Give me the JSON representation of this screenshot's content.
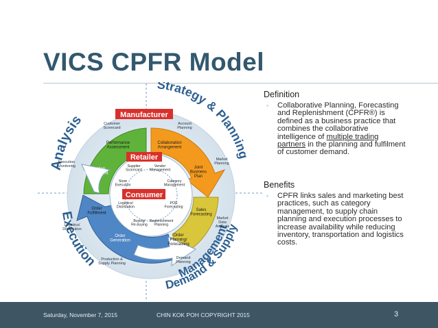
{
  "slide": {
    "title": "VICS CPFR Model"
  },
  "diagram": {
    "outer_labels": {
      "analysis": "Analysis",
      "strategy": "Strategy & Planning",
      "execution": "Execution",
      "demand_line1": "Demand & Supply",
      "demand_line2": "Management"
    },
    "tags": {
      "manufacturer": "Manufacturer",
      "retailer": "Retailer",
      "consumer": "Consumer"
    },
    "outer_ring": {
      "customer_scorecard": [
        "Customer",
        "Scorecard"
      ],
      "account_planning": [
        "Account",
        "Planning"
      ],
      "market_planning": [
        "Market",
        "Planning"
      ],
      "market_data": [
        "Market",
        "Data",
        "Analysis"
      ],
      "demand_planning": [
        "Demand",
        "Planning"
      ],
      "production": [
        "Production &",
        "Supply Planning"
      ],
      "logistics": [
        "Logistics/",
        "Distribution"
      ],
      "exec_monitoring": [
        "Execution",
        "Monitoring"
      ]
    },
    "ring_segments": {
      "performance": [
        "Performance",
        "Assessment"
      ],
      "collaboration": [
        "Collaboration",
        "Arrangement"
      ],
      "joint": [
        "Joint",
        "Business",
        "Plan"
      ],
      "sales": [
        "Sales",
        "Forecasting"
      ],
      "order_planning": [
        "Order",
        "Planning/",
        "Forecasting"
      ],
      "order_generation": [
        "Order",
        "Generation"
      ],
      "order_fulfillment": [
        "Order",
        "Fulfillment"
      ],
      "exception": [
        "Exception",
        "Management"
      ]
    },
    "inner_ring": {
      "supplier": [
        "Supplier",
        "Scorecard"
      ],
      "vendor": [
        "Vendor",
        "Management"
      ],
      "category": [
        "Category",
        "Management"
      ],
      "pos": [
        "POS",
        "Forecasting"
      ],
      "replenishment": [
        "Replenishment",
        "Planning"
      ],
      "buying": [
        "Buying/",
        "Re-buying"
      ],
      "logistics_inner": [
        "Logistics/",
        "Distribution"
      ],
      "store": [
        "Store",
        "Execution"
      ]
    }
  },
  "definition": {
    "heading": "Definition",
    "text_before": "Collaborative Planning, Forecasting and Replenishment (CPFR®) is defined as a business practice that combines the collaborative intelligence of ",
    "text_underlined": "multiple trading partners",
    "text_after": " in the planning and fulfilment of customer demand."
  },
  "benefits": {
    "heading": "Benefits",
    "text": "CPFR links sales and marketing best practices, such as category management, to supply chain planning and execution processes to increase availability while reducing inventory, transportation and logistics costs."
  },
  "footer": {
    "date": "Saturday, November 7, 2015",
    "copyright": "CHIN KOK POH COPYRIGHT 2015",
    "page": "3"
  },
  "colors": {
    "title": "#33586e",
    "footer_bg": "#3e5564",
    "outer_ring": "#dbe6ee",
    "segment_green": "#5fb33a",
    "segment_orange": "#f39a1e",
    "segment_yellow": "#d9c63a",
    "segment_blue": "#4f86c5",
    "tag_red": "#d9302b"
  }
}
